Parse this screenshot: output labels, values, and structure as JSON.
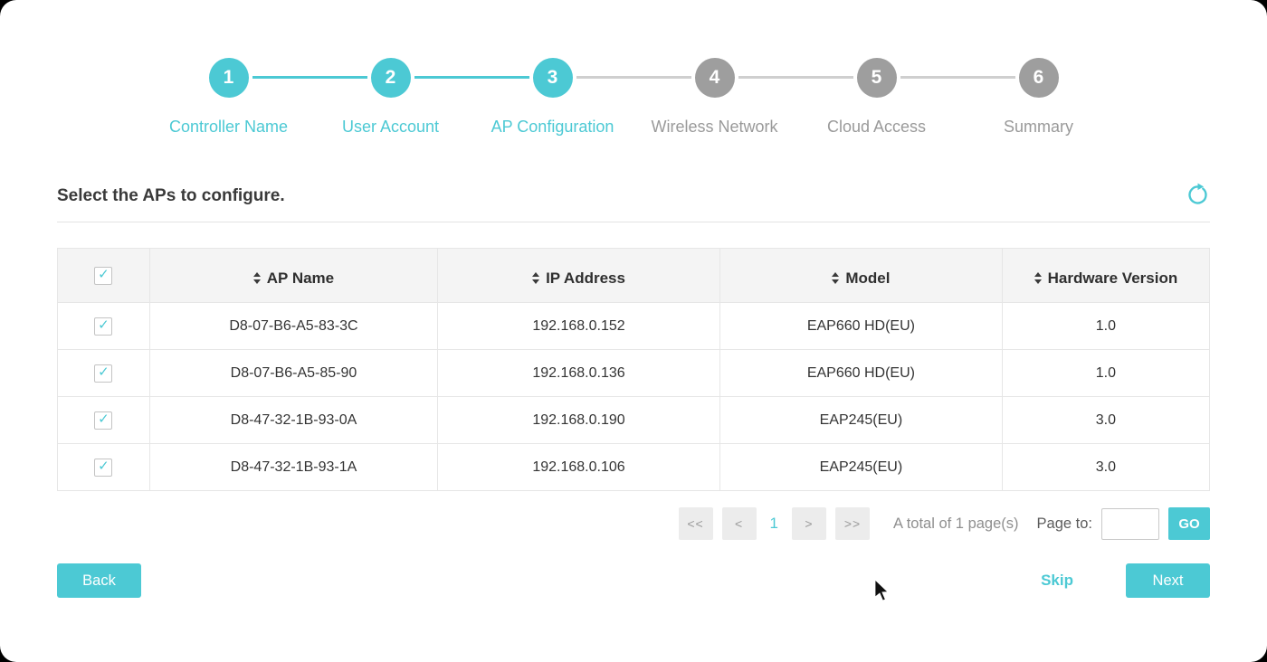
{
  "colors": {
    "accent": "#4cc9d4",
    "inactive_gray": "#9e9e9e"
  },
  "icons": {
    "check": "✓",
    "refresh": "refresh-circular-arrow",
    "sort": "sort-up-down-triangles"
  },
  "stepper": {
    "steps": [
      {
        "num": "1",
        "label": "Controller Name",
        "state": "done"
      },
      {
        "num": "2",
        "label": "User Account",
        "state": "done"
      },
      {
        "num": "3",
        "label": "AP Configuration",
        "state": "active"
      },
      {
        "num": "4",
        "label": "Wireless Network",
        "state": "todo"
      },
      {
        "num": "5",
        "label": "Cloud Access",
        "state": "todo"
      },
      {
        "num": "6",
        "label": "Summary",
        "state": "todo"
      }
    ]
  },
  "section": {
    "title": "Select the APs to configure."
  },
  "table": {
    "headers": [
      "AP Name",
      "IP Address",
      "Model",
      "Hardware Version"
    ],
    "rows": [
      {
        "ap_name": "D8-07-B6-A5-83-3C",
        "ip": "192.168.0.152",
        "model": "EAP660 HD(EU)",
        "hw": "1.0",
        "checked": true
      },
      {
        "ap_name": "D8-07-B6-A5-85-90",
        "ip": "192.168.0.136",
        "model": "EAP660 HD(EU)",
        "hw": "1.0",
        "checked": true
      },
      {
        "ap_name": "D8-47-32-1B-93-0A",
        "ip": "192.168.0.190",
        "model": "EAP245(EU)",
        "hw": "3.0",
        "checked": true
      },
      {
        "ap_name": "D8-47-32-1B-93-1A",
        "ip": "192.168.0.106",
        "model": "EAP245(EU)",
        "hw": "3.0",
        "checked": true
      }
    ]
  },
  "pagination": {
    "first": "<<",
    "prev": "<",
    "page": "1",
    "next": ">",
    "last": ">>",
    "total_text": "A total of 1 page(s)",
    "page_to_label": "Page to:",
    "input_value": "",
    "go_label": "GO"
  },
  "footer": {
    "back": "Back",
    "skip": "Skip",
    "next": "Next"
  }
}
